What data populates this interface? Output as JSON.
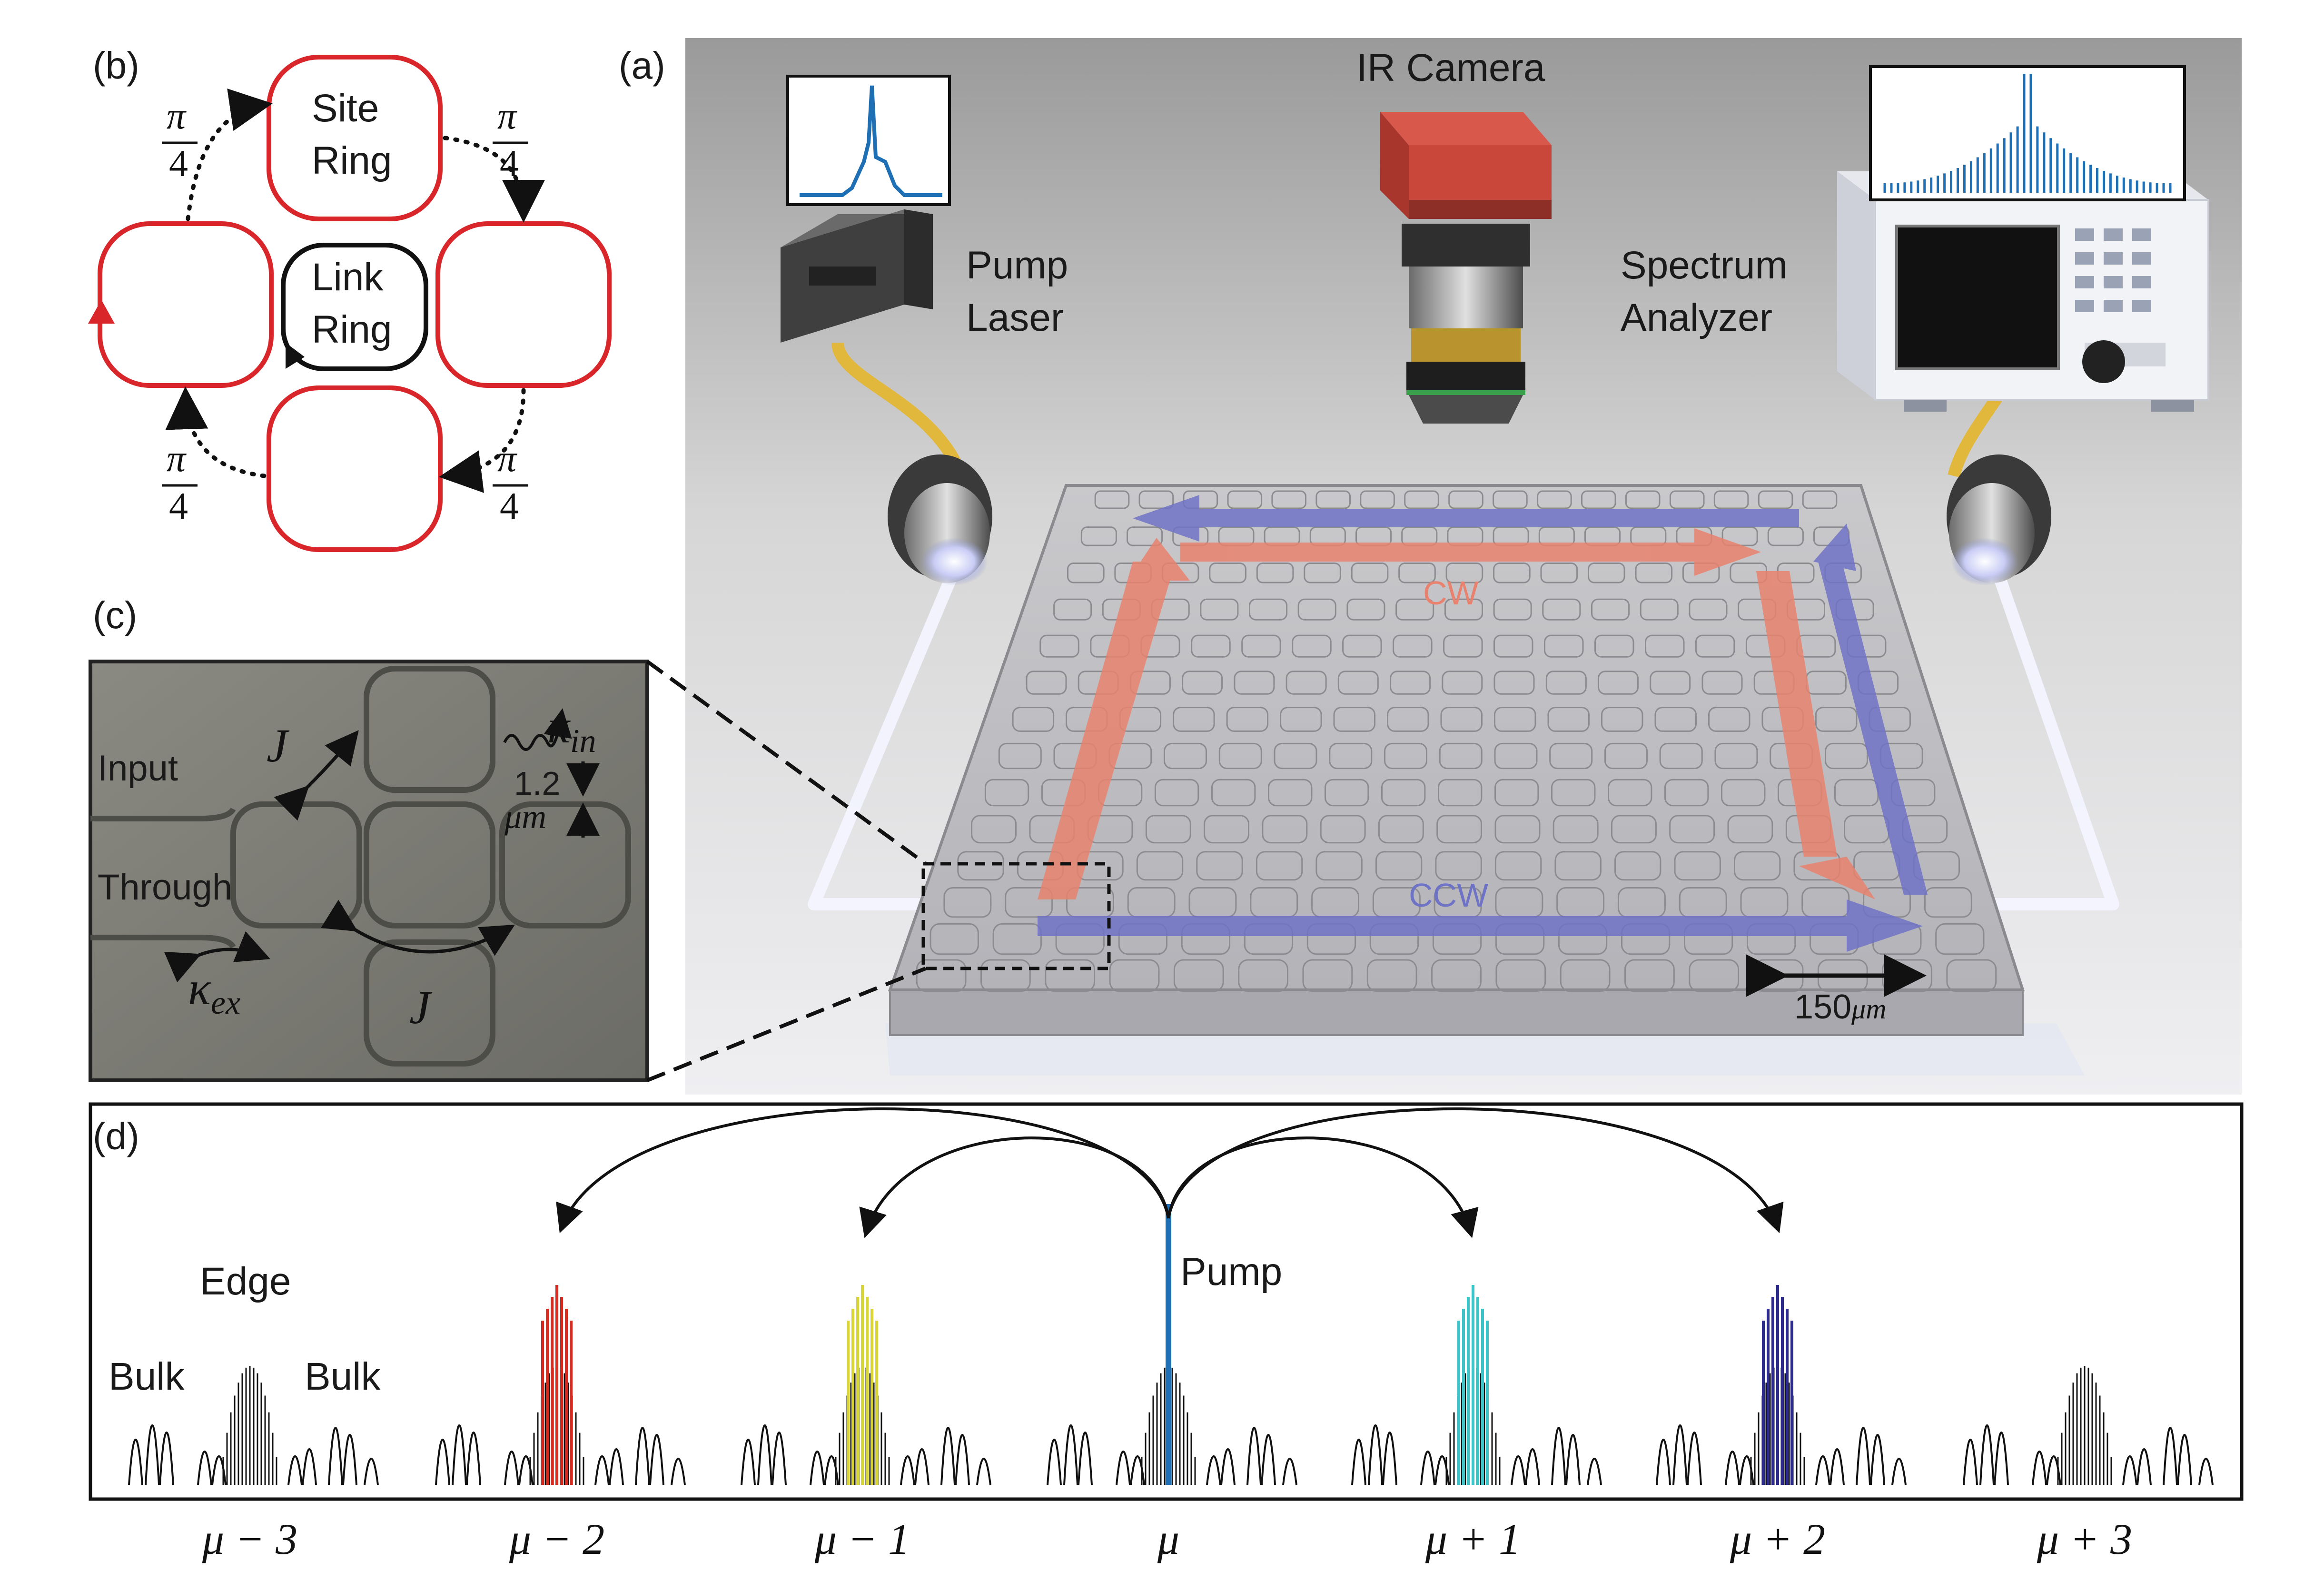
{
  "panels": {
    "a": "(a)",
    "b": "(b)",
    "c": "(c)",
    "d": "(d)"
  },
  "panel_a": {
    "ir_camera": "IR Camera",
    "pump_laser_line1": "Pump",
    "pump_laser_line2": "Laser",
    "spectrum_line1": "Spectrum",
    "spectrum_line2": "Analyzer",
    "cw": "CW",
    "ccw": "CCW",
    "scale_value": "150",
    "scale_unit": "μm",
    "colors": {
      "cw": "#e8826e",
      "ccw": "#6f73c6",
      "fiber": "#e8c44a",
      "camera_red": "#c9463b"
    }
  },
  "panel_b": {
    "site_line1": "Site",
    "site_line2": "Ring",
    "link_line1": "Link",
    "link_line2": "Ring",
    "phase_num": "π",
    "phase_den": "4",
    "colors": {
      "site": "#d9262b",
      "link": "#111111"
    }
  },
  "panel_c": {
    "input": "Input",
    "through": "Through",
    "coupling": "J",
    "kappa": "κ",
    "kappa_in_sub": "in",
    "kappa_ex_sub": "ex",
    "gap_value": "1.2",
    "gap_unit": "μm"
  },
  "panel_d": {
    "edge": "Edge",
    "bulk_left": "Bulk",
    "bulk_right": "Bulk",
    "pump": "Pump",
    "mode_labels": [
      "μ − 3",
      "μ − 2",
      "μ − 1",
      "μ",
      "μ + 1",
      "μ + 2",
      "μ + 3"
    ],
    "mode_colors": [
      "#111111",
      "#d42a1f",
      "#d8d53a",
      "#1f6fb4",
      "#3cc4c8",
      "#2c2a8c",
      "#111111"
    ]
  }
}
